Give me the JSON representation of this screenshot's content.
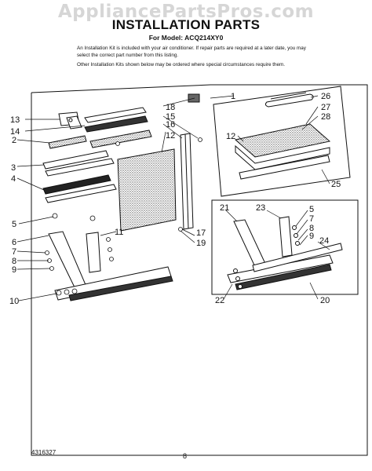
{
  "watermark": "AppliancePartsPros.com",
  "header": {
    "title": "INSTALLATION PARTS",
    "model": "For Model: ACQ214XY0"
  },
  "intro": {
    "paragraph1": "An Installation Kit is included with your air conditioner. If repair parts are required at a later date, you may select the correct part number from this listing.",
    "paragraph2": "Other Installation Kits shown below may be ordered where special circumstances require them."
  },
  "callouts": [
    "1",
    "2",
    "3",
    "4",
    "5",
    "6",
    "7",
    "8",
    "9",
    "10",
    "11",
    "12",
    "13",
    "14",
    "15",
    "16",
    "17",
    "18",
    "19",
    "12",
    "26",
    "27",
    "28",
    "25",
    "21",
    "23",
    "5",
    "7",
    "8",
    "9",
    "24",
    "22",
    "20"
  ],
  "footer": {
    "code": "4316327",
    "page": "8"
  },
  "colors": {
    "line": "#111111",
    "watermark": "#d6d6d6",
    "panel_hatch": "#555555"
  }
}
